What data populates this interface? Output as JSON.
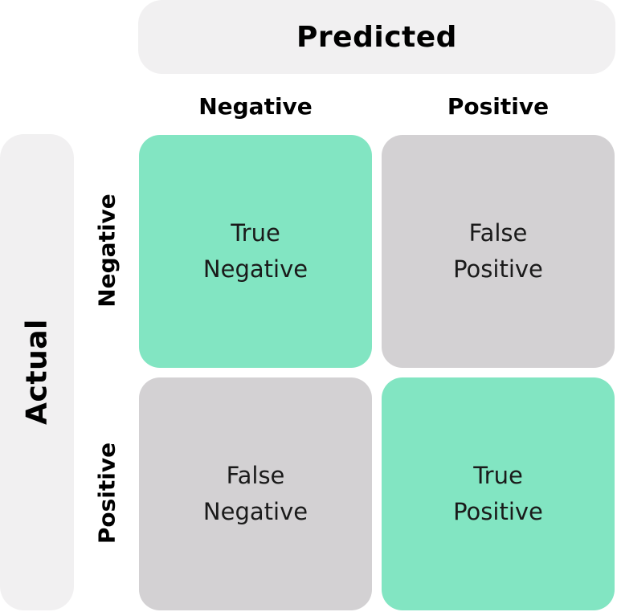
{
  "predicted_header": "Predicted",
  "actual_header": "Actual",
  "columns": {
    "negative": "Negative",
    "positive": "Positive"
  },
  "rows": {
    "negative": "Negative",
    "positive": "Positive"
  },
  "cells": {
    "true_negative": {
      "line1": "True",
      "line2": "Negative",
      "color": "#82e5c2"
    },
    "false_positive": {
      "line1": "False",
      "line2": "Positive",
      "color": "#d3d1d3"
    },
    "false_negative": {
      "line1": "False",
      "line2": "Negative",
      "color": "#d3d1d3"
    },
    "true_positive": {
      "line1": "True",
      "line2": "Positive",
      "color": "#82e5c2"
    }
  },
  "colors": {
    "header_background": "#f1f0f1",
    "correct": "#82e5c2",
    "incorrect": "#d3d1d3"
  }
}
